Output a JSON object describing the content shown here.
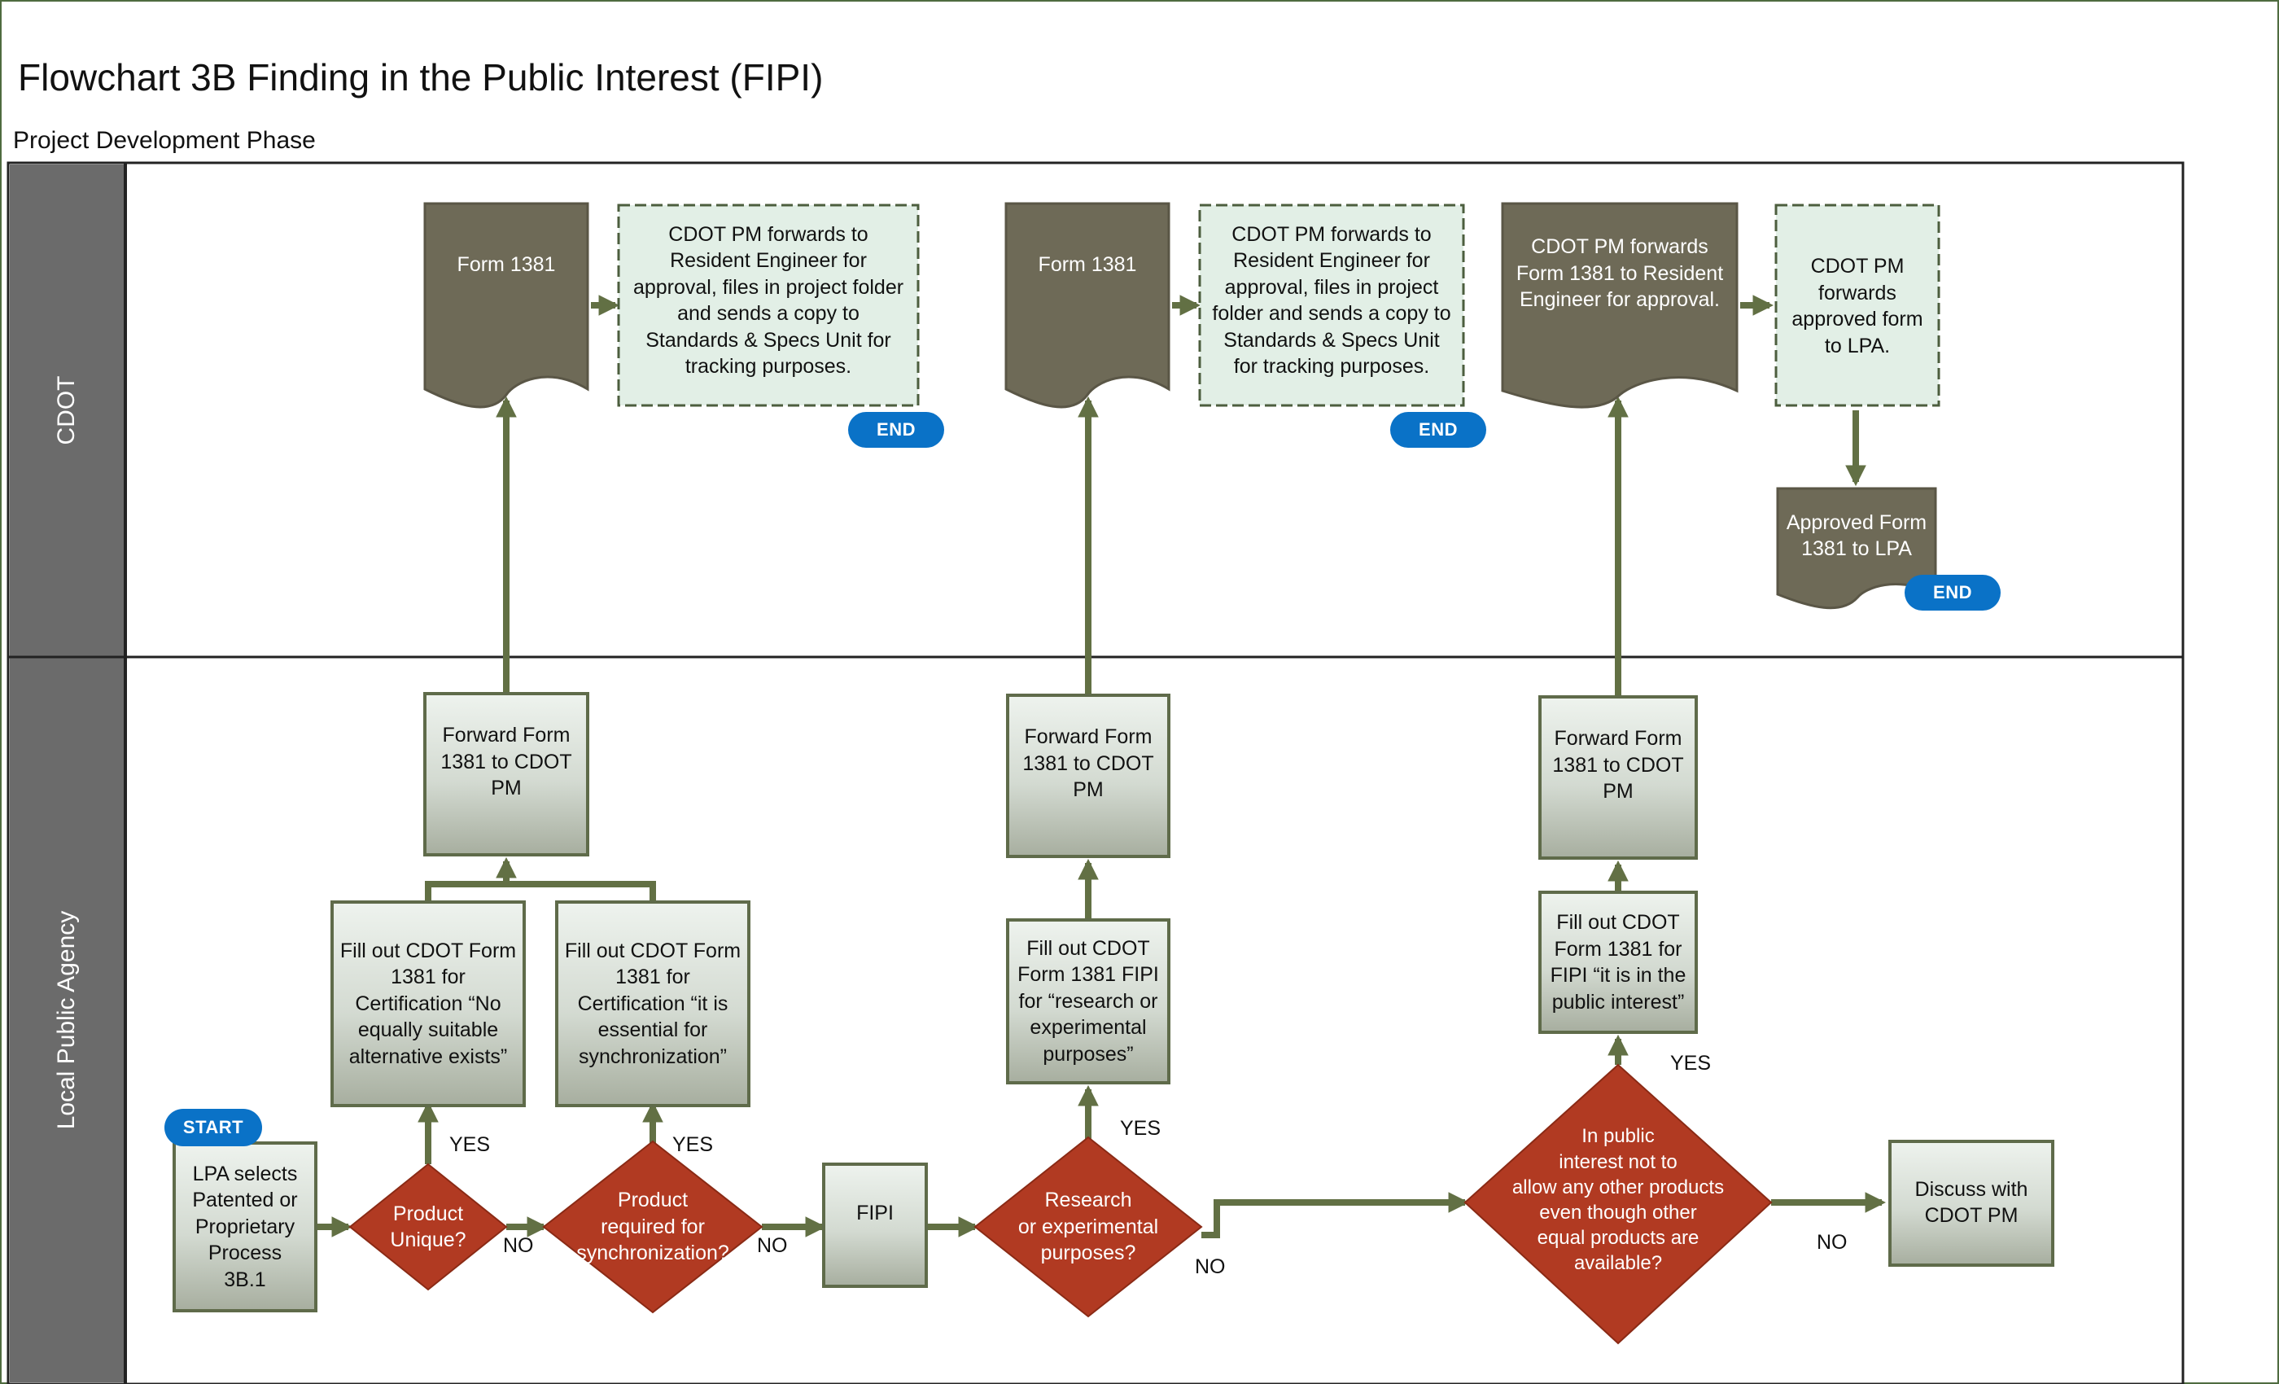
{
  "title": "Flowchart 3B Finding in the Public Interest (FIPI)",
  "phase": "Project Development Phase",
  "lanes": {
    "cdot": "CDOT",
    "lpa": "Local Public Agency"
  },
  "nodes": {
    "start_text": "LPA selects\nPatented or\nProprietary\nProcess\n3B.1",
    "product_unique": "Product\nUnique?",
    "product_sync": "Product\nrequired for\nsynchronization?",
    "fipi": "FIPI",
    "research": "Research\nor experimental\npurposes?",
    "public_interest": "In public\ninterest not to\nallow any other products\neven though other\nequal products are\navailable?",
    "discuss": "Discuss with\nCDOT PM",
    "fill_no_alt": "Fill out CDOT Form\n1381 for\nCertification  “No\nequally suitable\nalternative exists”",
    "fill_sync": "Fill out CDOT Form\n1381 for\nCertification “it is\nessential for\nsynchronization”",
    "fill_research": "Fill out CDOT\nForm 1381 FIPI\nfor “research or\nexperimental\npurposes”",
    "fill_public": "Fill out CDOT\nForm 1381 for\nFIPI “it is in the\npublic interest”",
    "forward_1": "Forward Form\n1381 to CDOT\nPM",
    "forward_2": "Forward Form\n1381 to CDOT\nPM",
    "forward_3": "Forward Form\n1381 to CDOT\nPM",
    "doc_1": "Form 1381",
    "doc_2": "Form 1381",
    "doc_3": "CDOT PM forwards\nForm 1381 to Resident\nEngineer for approval.",
    "cdot_1": "CDOT PM forwards to\nResident Engineer for\napproval, files in project folder\nand sends a copy to\nStandards & Specs Unit for\ntracking purposes.",
    "cdot_2": "CDOT PM forwards to\nResident Engineer for\napproval, files in project\nfolder and sends a copy to\nStandards & Specs Unit\nfor tracking purposes.",
    "cdot_3": "CDOT PM\nforwards\napproved form\nto LPA.",
    "approved_doc": "Approved Form\n1381 to LPA"
  },
  "terminals": {
    "start": "START",
    "end": "END"
  },
  "edge_labels": {
    "yes": "YES",
    "no": "NO"
  },
  "colors": {
    "lane_header": "#6b6b6b",
    "document": "#6e6a57",
    "connector": "#627044",
    "process_border": "#5f6b4a",
    "decision": "#b13a22",
    "dashed_fill": "#e2efe6",
    "dashed_border": "#4c5e3e",
    "terminal": "#0a72c7"
  }
}
